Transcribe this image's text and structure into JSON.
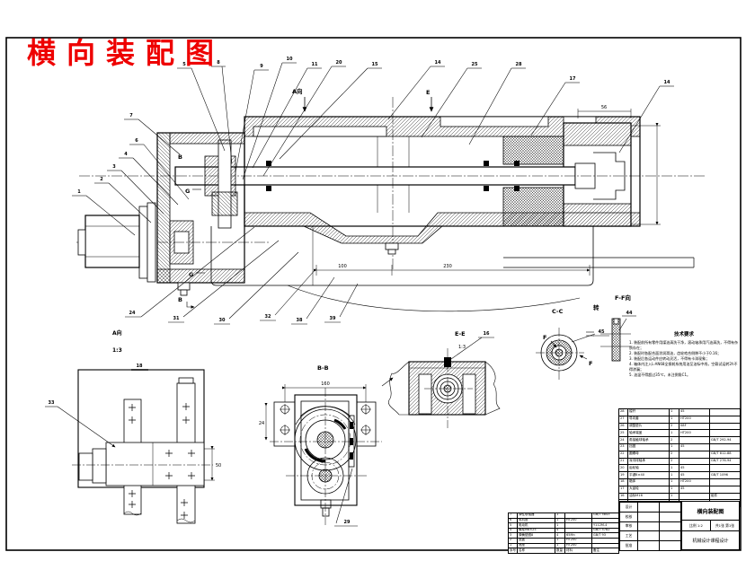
{
  "title": "横向装配图",
  "labels": {
    "a_dir": "A向",
    "e_mark": "E",
    "b_top": "B",
    "b_bottom": "B",
    "g_top": "G",
    "g_bottom": "G",
    "a_view": "A向",
    "a_scale": "1:3",
    "bb": "B-B",
    "ee": "E-E",
    "ee_scale": "1:3",
    "cc": "C-C",
    "ff": "F-F向",
    "ff_rot": "转",
    "f1": "F",
    "f2": "F"
  },
  "balloons": {
    "t1": "5",
    "t2": "8",
    "t3": "9",
    "t4": "10",
    "t5": "11",
    "t6": "20",
    "t7": "15",
    "t8": "14",
    "t9": "25",
    "t10": "28",
    "t11": "17",
    "t12": "14",
    "l1": "7",
    "l2": "4",
    "l3": "3",
    "l4": "2",
    "l5": "1",
    "l6": "6",
    "b1": "24",
    "b2": "31",
    "b3": "30",
    "b4": "32",
    "b5": "38",
    "b6": "39",
    "a_top": "18",
    "a_left": "33",
    "bb_leader": "29",
    "ee_leader": "16",
    "cc_leader": "45",
    "ff_leader": "44"
  },
  "dims": {
    "d100": "100",
    "d230": "230",
    "d160": "160",
    "d56": "56",
    "d24": "24",
    "d50": "50"
  },
  "notes": {
    "heading": "技术要求",
    "lines": [
      "1. 装配前所有零件用煤油清洗干净，滚动轴承用汽油清洗，不得有杂质存在；",
      "2. 装配时各配合面涂润滑油，齿轮啮合侧隙不小于0.16；",
      "3. 装配后各运动件应转动灵活，不得有卡滞现象；",
      "4. 箱体内注入L-AN68全损耗系统用油至油标中线，空载试运转2h不得渗漏；",
      "5. 油温不得超过35℃，未注倒角C1。"
    ]
  },
  "tables": {
    "right_rows": [
      [
        "28",
        "镗杆",
        "1",
        "45",
        ""
      ],
      [
        "27",
        "导向套",
        "1",
        "HT200",
        ""
      ],
      [
        "26",
        "调整垫片",
        "2",
        "08F",
        ""
      ],
      [
        "25",
        "轴承端盖",
        "1",
        "HT200",
        ""
      ],
      [
        "24",
        "角接触球轴承",
        "2",
        "",
        "GB/T 292-94"
      ],
      [
        "23",
        "挡圈",
        "1",
        "45",
        ""
      ],
      [
        "22",
        "圆螺母",
        "2",
        "",
        "GB/T 812-88"
      ],
      [
        "21",
        "深沟球轴承",
        "2",
        "",
        "GB/T 276-94"
      ],
      [
        "20",
        "齿轮轴",
        "1",
        "45",
        ""
      ],
      [
        "19",
        "平键8×40",
        "1",
        "45",
        "GB/T 1096"
      ],
      [
        "18",
        "箱体",
        "1",
        "HT200",
        ""
      ],
      [
        "17",
        "大齿轮",
        "1",
        "45",
        ""
      ],
      [
        "16",
        "油标M16",
        "1",
        "",
        "组件"
      ],
      [
        "15",
        "放油螺塞",
        "1",
        "Q235",
        ""
      ]
    ],
    "left_rows": [
      [
        "7",
        "弹性联轴器",
        "1",
        "",
        "GB/T 5843"
      ],
      [
        "6",
        "电机座",
        "1",
        "HT200",
        ""
      ],
      [
        "5",
        "电动机",
        "1",
        "",
        "Y112M-4"
      ],
      [
        "4",
        "螺栓M8×25",
        "4",
        "",
        "GB/T 5782"
      ],
      [
        "3",
        "弹簧垫圈8",
        "4",
        "65Mn",
        "GB/T 93"
      ],
      [
        "2",
        "透盖",
        "1",
        "HT200",
        ""
      ],
      [
        "1",
        "底座",
        "1",
        "HT200",
        ""
      ],
      [
        "序号",
        "名称",
        "数量",
        "材料",
        "备注"
      ]
    ]
  },
  "title_block": {
    "sign_rows": [
      [
        "设计",
        "",
        ""
      ],
      [
        "校核",
        "",
        ""
      ],
      [
        "审核",
        "",
        ""
      ],
      [
        "工艺",
        "",
        ""
      ],
      [
        "批准",
        "",
        ""
      ]
    ],
    "title": "横向装配图",
    "scale_label": "比例 1:2",
    "sheet": "共1张 第1张",
    "org": "机械设计课程设计"
  }
}
